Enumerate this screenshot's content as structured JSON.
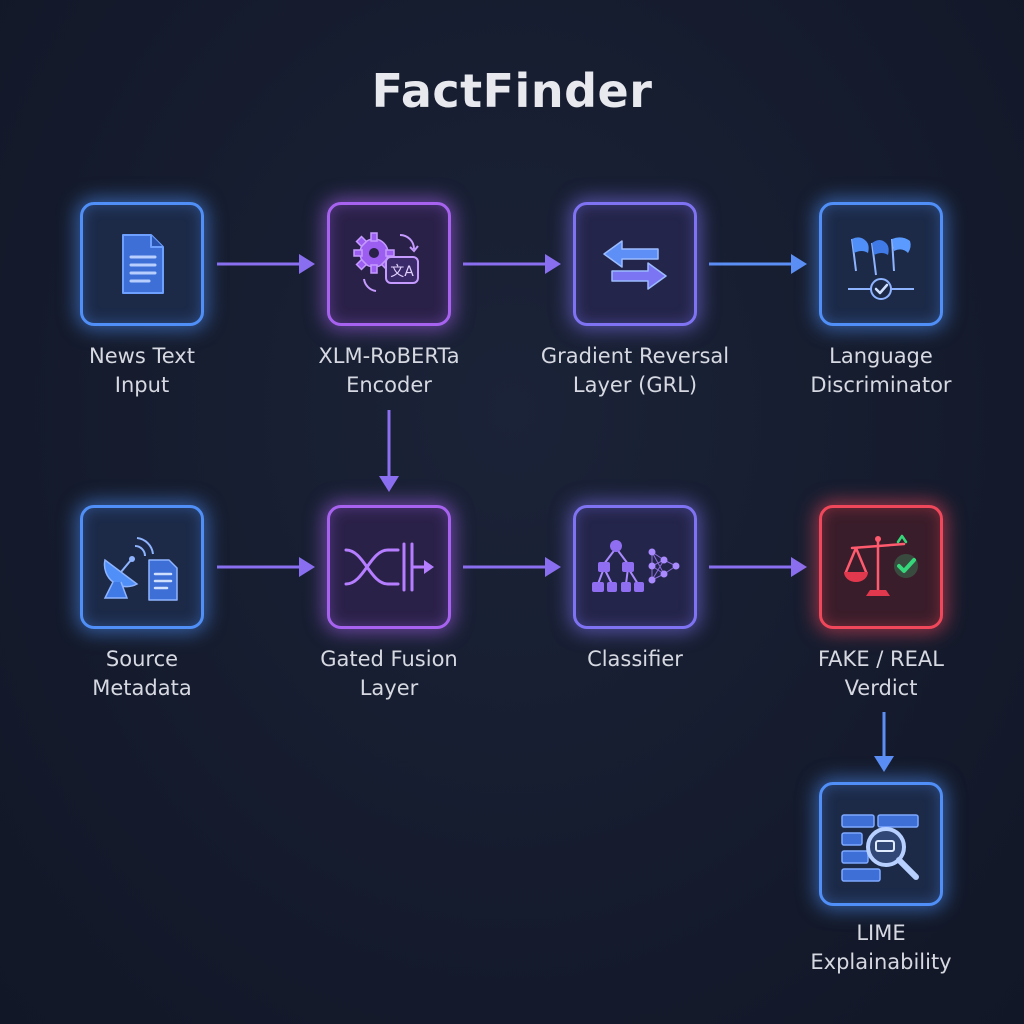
{
  "title": "FactFinder",
  "colors": {
    "blue": "#4f8ff7",
    "purple": "#a763f0",
    "indigo": "#7f73f3",
    "red": "#f0475a",
    "green": "#36d67a",
    "background": "#151c2e",
    "text": "#d7d9e2"
  },
  "nodes": {
    "news_text_input": {
      "line1": "News Text",
      "line2": "Input",
      "icon": "document-icon"
    },
    "xlm_roberta_encoder": {
      "line1": "XLM-RoBERTa",
      "line2": "Encoder",
      "icon": "gear-translate-icon"
    },
    "gradient_reversal": {
      "line1": "Gradient Reversal",
      "line2": "Layer (GRL)",
      "icon": "swap-arrows-icon"
    },
    "language_discriminator": {
      "line1": "Language",
      "line2": "Discriminator",
      "icon": "flags-check-icon"
    },
    "source_metadata": {
      "line1": "Source",
      "line2": "Metadata",
      "icon": "satellite-document-icon"
    },
    "gated_fusion": {
      "line1": "Gated Fusion",
      "line2": "Layer",
      "icon": "fusion-gate-icon"
    },
    "classifier": {
      "line1": "Classifier",
      "line2": "",
      "icon": "tree-network-icon"
    },
    "verdict": {
      "line1": "FAKE / REAL",
      "line2": "Verdict",
      "icon": "scales-check-icon"
    },
    "lime": {
      "line1": "LIME",
      "line2": "Explainability",
      "icon": "magnifier-bars-icon"
    }
  },
  "edges": [
    [
      "news_text_input",
      "xlm_roberta_encoder"
    ],
    [
      "xlm_roberta_encoder",
      "gradient_reversal"
    ],
    [
      "gradient_reversal",
      "language_discriminator"
    ],
    [
      "xlm_roberta_encoder",
      "gated_fusion"
    ],
    [
      "source_metadata",
      "gated_fusion"
    ],
    [
      "gated_fusion",
      "classifier"
    ],
    [
      "classifier",
      "verdict"
    ],
    [
      "verdict",
      "lime"
    ]
  ]
}
